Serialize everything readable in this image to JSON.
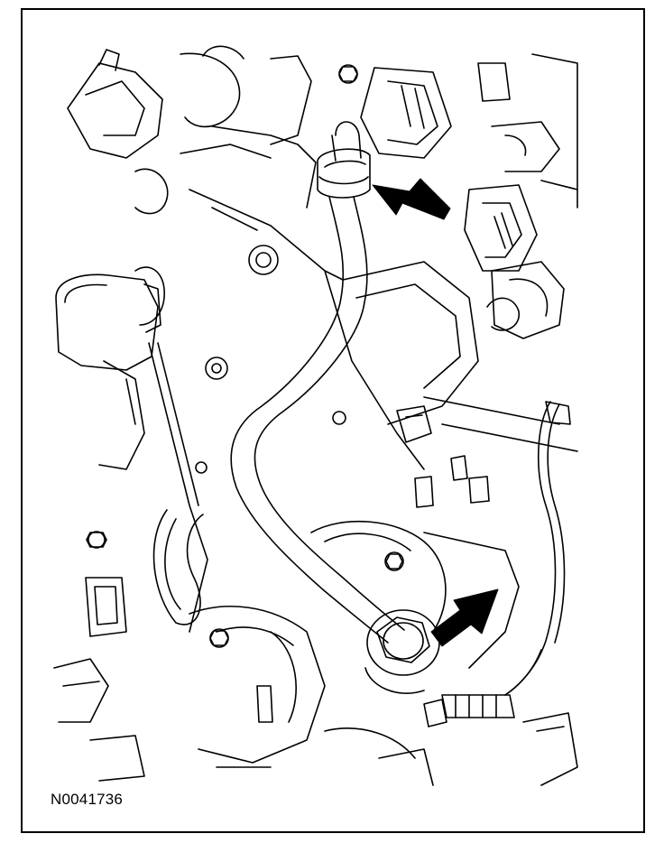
{
  "figure": {
    "id_label": "N0041736"
  },
  "colors": {
    "ink": "#000000",
    "paper": "#ffffff"
  },
  "callouts": [
    {
      "name": "upper-fitting-arrow",
      "target": "tube-upper-fitting"
    },
    {
      "name": "lower-fitting-arrow",
      "target": "tube-lower-fitting-nut"
    }
  ]
}
